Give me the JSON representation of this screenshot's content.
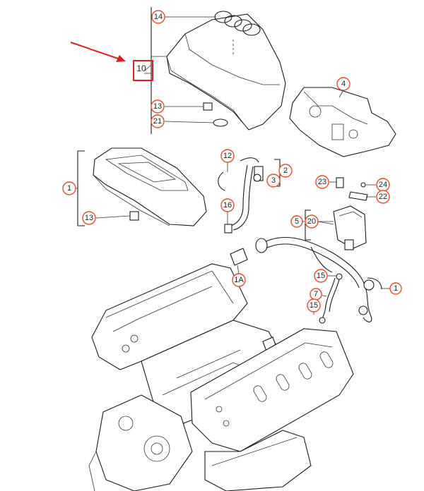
{
  "diagram": {
    "callouts": [
      {
        "id": "c14",
        "label": "14",
        "color": "#e0502a"
      },
      {
        "id": "c13a",
        "label": "13",
        "color": "#e0502a"
      },
      {
        "id": "c21",
        "label": "21",
        "color": "#e0502a"
      },
      {
        "id": "c4",
        "label": "4",
        "color": "#e0502a"
      },
      {
        "id": "c12",
        "label": "12",
        "color": "#e0502a"
      },
      {
        "id": "c2",
        "label": "2",
        "color": "#e0502a"
      },
      {
        "id": "c1a",
        "label": "1",
        "color": "#e0502a"
      },
      {
        "id": "c16",
        "label": "16",
        "color": "#e0502a"
      },
      {
        "id": "c13b",
        "label": "13",
        "color": "#e0502a"
      },
      {
        "id": "c23",
        "label": "23",
        "color": "#e0502a"
      },
      {
        "id": "c24",
        "label": "24",
        "color": "#e0502a"
      },
      {
        "id": "c3",
        "label": "3",
        "color": "#e0502a"
      },
      {
        "id": "c22",
        "label": "22",
        "color": "#e0502a"
      },
      {
        "id": "c5",
        "label": "5",
        "color": "#e0502a"
      },
      {
        "id": "c20",
        "label": "20",
        "color": "#e0502a"
      },
      {
        "id": "c1A",
        "label": "1A",
        "color": "#e0502a"
      },
      {
        "id": "c15a",
        "label": "15",
        "color": "#e0502a"
      },
      {
        "id": "c7",
        "label": "7",
        "color": "#e0502a"
      },
      {
        "id": "c15b",
        "label": "15",
        "color": "#e0502a"
      },
      {
        "id": "c1b",
        "label": "1",
        "color": "#e0502a"
      }
    ],
    "highlight": {
      "label": "10",
      "color": "#e02020"
    },
    "arrow_color": "#e02020"
  }
}
